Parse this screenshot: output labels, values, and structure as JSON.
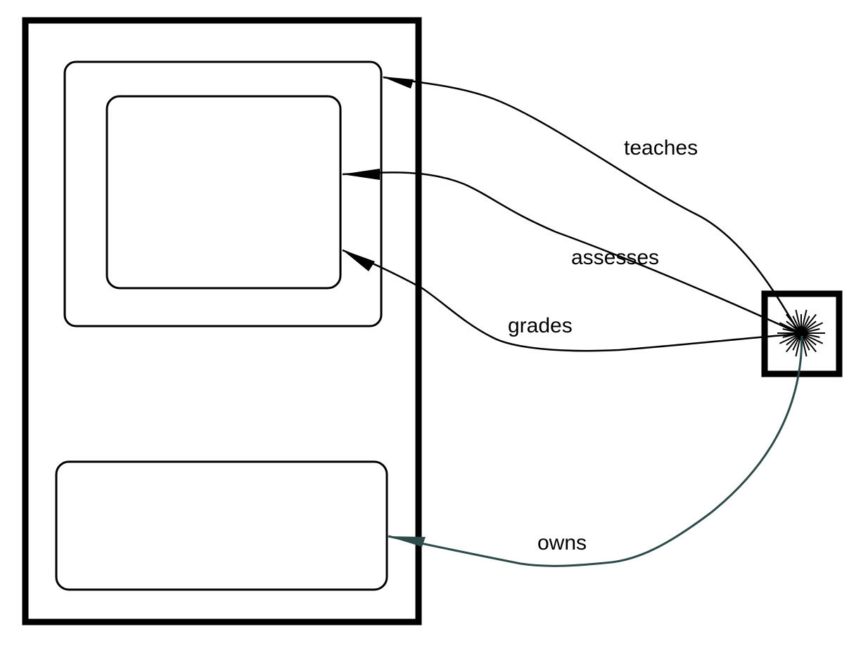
{
  "colors": {
    "stroke": "#000000",
    "owns_edge": "#2f4a4a",
    "background": "#ffffff"
  },
  "icons": {
    "actor": "starburst-icon"
  },
  "edges": {
    "teaches": "teaches",
    "assesses": "assesses",
    "grades": "grades",
    "owns": "owns"
  }
}
